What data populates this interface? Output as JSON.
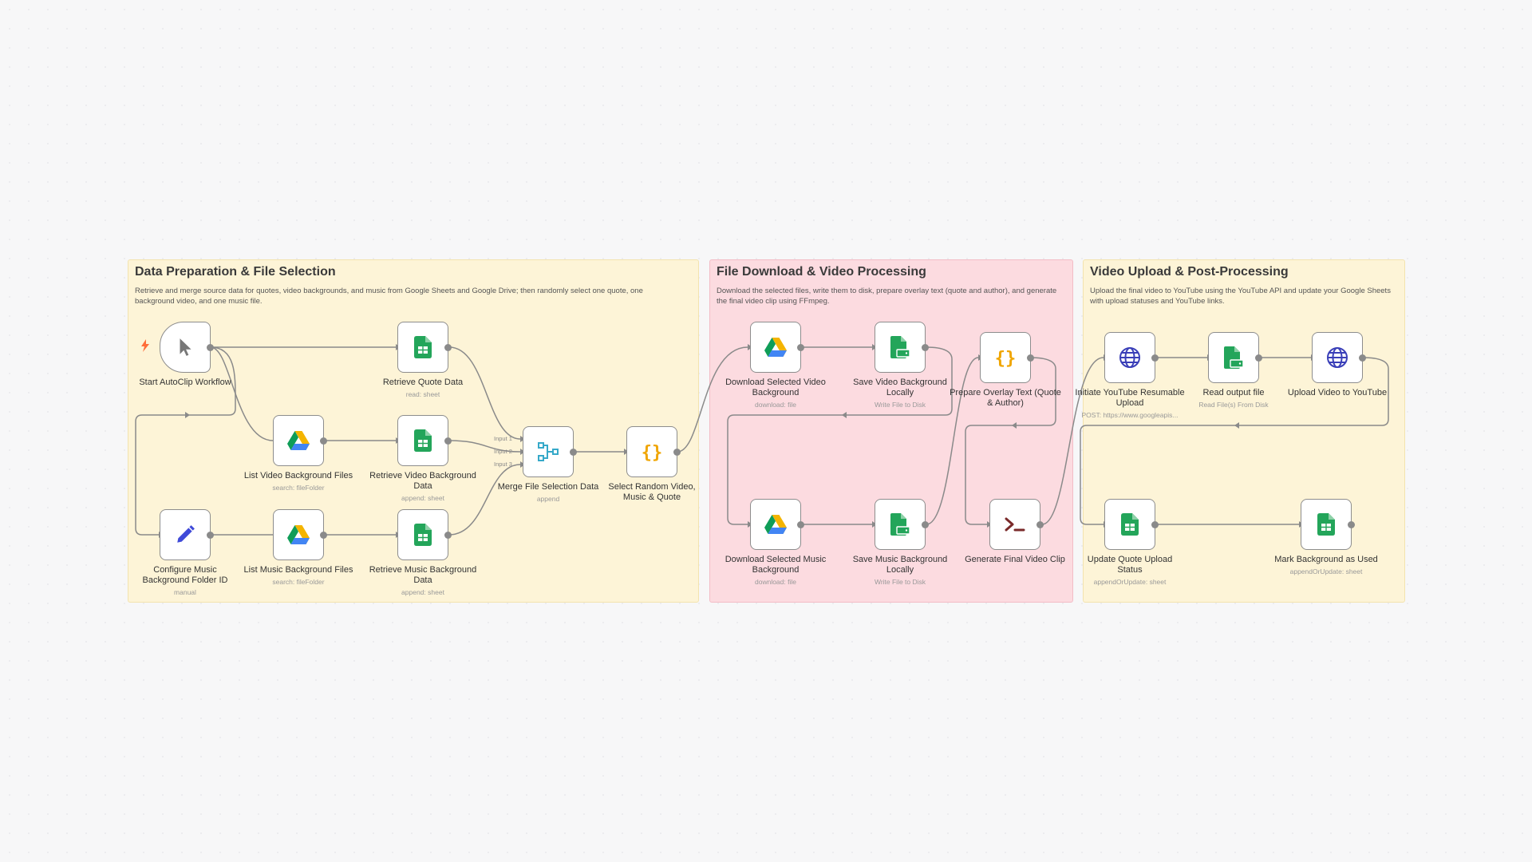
{
  "groups": [
    {
      "id": "prep",
      "title": "Data Preparation & File Selection",
      "description": "Retrieve and merge source data for quotes, video backgrounds, and music from Google Sheets and Google Drive; then randomly select one quote, one background video, and one music file."
    },
    {
      "id": "processing",
      "title": "File Download & Video Processing",
      "description": "Download the selected files, write them to disk, prepare overlay text (quote and author), and generate the final video clip using FFmpeg."
    },
    {
      "id": "upload",
      "title": "Video Upload & Post-Processing",
      "description": "Upload the final video to YouTube using the YouTube API and update your Google Sheets with upload statuses and YouTube links."
    }
  ],
  "nodes": {
    "start": {
      "label": "Start AutoClip Workflow",
      "icon": "cursor-icon"
    },
    "quote": {
      "label": "Retrieve Quote Data",
      "sub": "read: sheet",
      "icon": "google-sheets-icon"
    },
    "listvideo": {
      "label": "List Video Background Files",
      "sub": "search: fileFolder",
      "icon": "google-drive-icon"
    },
    "retvideo": {
      "label": "Retrieve Video Background Data",
      "sub": "append: sheet",
      "icon": "google-sheets-icon"
    },
    "config": {
      "label": "Configure Music Background Folder ID",
      "sub": "manual",
      "icon": "pencil-icon"
    },
    "listmusic": {
      "label": "List Music Background Files",
      "sub": "search: fileFolder",
      "icon": "google-drive-icon"
    },
    "retmusic": {
      "label": "Retrieve Music Background Data",
      "sub": "append: sheet",
      "icon": "google-sheets-icon"
    },
    "merge": {
      "label": "Merge File Selection Data",
      "sub": "append",
      "icon": "merge-icon",
      "inputs": [
        "Input 1",
        "Input 2",
        "Input 3"
      ]
    },
    "random": {
      "label": "Select Random Video, Music & Quote",
      "icon": "code-braces-icon"
    },
    "dlvideo": {
      "label": "Download Selected Video Background",
      "sub": "download: file",
      "icon": "google-drive-icon"
    },
    "savevideo": {
      "label": "Save Video Background Locally",
      "sub": "Write File to Disk",
      "icon": "file-disk-icon"
    },
    "overlay": {
      "label": "Prepare Overlay Text (Quote & Author)",
      "icon": "code-braces-icon"
    },
    "dlmusic": {
      "label": "Download Selected Music Background",
      "sub": "download: file",
      "icon": "google-drive-icon"
    },
    "savemusic": {
      "label": "Save Music Background Locally",
      "sub": "Write File to Disk",
      "icon": "file-disk-icon"
    },
    "ffmpeg": {
      "label": "Generate Final Video Clip",
      "icon": "terminal-icon"
    },
    "ytinit": {
      "label": "Initiate YouTube Resumable Upload",
      "sub": "POST: https://www.googleapis...",
      "icon": "globe-icon"
    },
    "readout": {
      "label": "Read output file",
      "sub": "Read File(s) From Disk",
      "icon": "file-disk-icon"
    },
    "ytupload": {
      "label": "Upload Video to YouTube",
      "icon": "globe-icon"
    },
    "updquote": {
      "label": "Update Quote Upload Status",
      "sub": "appendOrUpdate: sheet",
      "icon": "google-sheets-icon"
    },
    "markbg": {
      "label": "Mark Background as Used",
      "sub": "appendOrUpdate: sheet",
      "icon": "google-sheets-icon"
    }
  },
  "colors": {
    "prep_bg": "#fdf4d7",
    "prep_border": "#f3e3ae",
    "processing_bg": "#fcdbe0",
    "processing_border": "#f3bcc6",
    "upload_bg": "#fdf4d7",
    "upload_border": "#f3e3ae",
    "wire": "#8a8a8a",
    "sheets": "#23a55a",
    "drive_blue": "#4285f4",
    "drive_green": "#0f9d58",
    "drive_yellow": "#f4b400",
    "pencil": "#3f4ad8",
    "merge": "#36a9c9",
    "code": "#f0a500",
    "terminal": "#7a2a2a",
    "globe": "#3a3fb8",
    "trigger": "#ff6d3a"
  }
}
